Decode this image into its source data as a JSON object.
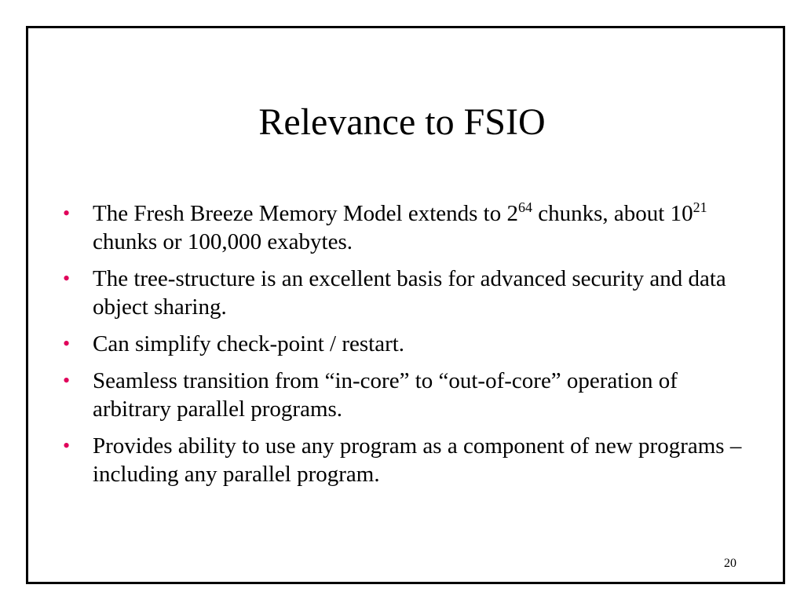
{
  "slide": {
    "title": "Relevance to FSIO",
    "bullet_marker": "•",
    "bullets": [
      {
        "segments": [
          {
            "text": "The Fresh Breeze Memory Model extends to 2"
          },
          {
            "sup": "64"
          },
          {
            "text": " chunks, about 10"
          },
          {
            "sup": "21"
          },
          {
            "text": " chunks or 100,000 exabytes."
          }
        ]
      },
      {
        "segments": [
          {
            "text": "The tree-structure is an excellent basis for advanced security and data object sharing."
          }
        ]
      },
      {
        "segments": [
          {
            "text": "Can simplify check-point / restart."
          }
        ]
      },
      {
        "segments": [
          {
            "text": "Seamless transition from “in-core” to “out-of-core” operation of arbitrary parallel programs."
          }
        ]
      },
      {
        "segments": [
          {
            "text": "Provides ability to use any program as a component of new programs – including any parallel program."
          }
        ]
      }
    ],
    "page_number": "20"
  },
  "colors": {
    "bullet": "#e0005a",
    "text": "#000000",
    "border": "#000000",
    "background": "#ffffff"
  }
}
